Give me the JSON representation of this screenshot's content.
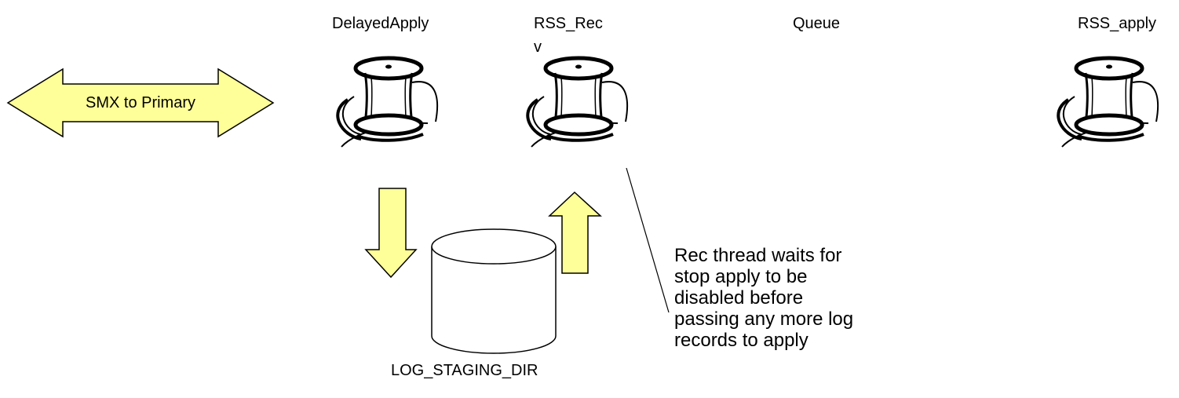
{
  "colors": {
    "arrow_fill": "#ffff99",
    "stroke": "#000000",
    "background": "#ffffff"
  },
  "labels": {
    "delayed_apply": "DelayedApply",
    "rss_recv_line1": "RSS_Rec",
    "rss_recv_line2": "v",
    "queue": "Queue",
    "rss_apply": "RSS_apply",
    "smx_to_primary": "SMX to Primary",
    "log_staging_dir": "LOG_STAGING_DIR",
    "rec_thread_note": "Rec thread waits for\nstop apply to be\ndisabled before\npassing any more log\nrecords to apply"
  },
  "icons": {
    "spool": "thread-spool-icon",
    "database": "database-cylinder-icon"
  }
}
